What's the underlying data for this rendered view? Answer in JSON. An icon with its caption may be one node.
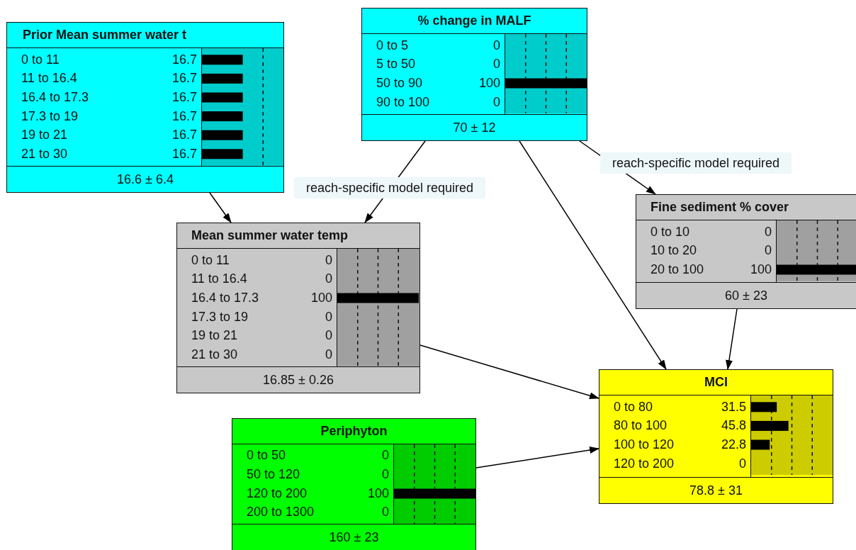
{
  "diagram": {
    "nodes": [
      {
        "text": [
          "Prior Mean summer water t",
          "0 to 11",
          "16.7",
          "11 to 16.4",
          "16.7",
          "16.4 to 17.3",
          "16.7",
          "17.3 to 19",
          "16.7",
          "19 to 21",
          "16.7",
          "21 to 30",
          "16.7",
          "16.6 ± 6.4"
        ]
      },
      {
        "text": [
          "% change in MALF",
          "0 to 5",
          "0",
          "5 to 50",
          "0",
          "50 to 90",
          "100",
          "90 to 100",
          "0",
          "70 ± 12"
        ]
      },
      {
        "text": [
          "Mean summer water temp",
          "0 to 11",
          "0",
          "11 to 16.4",
          "0",
          "16.4 to 17.3",
          "100",
          "17.3 to 19",
          "0",
          "19 to 21",
          "0",
          "21 to 30",
          "0",
          "16.85 ± 0.26"
        ]
      },
      {
        "text": [
          "Fine sediment % cover",
          "0 to 10",
          "0",
          "10 to 20",
          "0",
          "20 to 100",
          "100",
          "60 ± 23"
        ]
      },
      {
        "text": [
          "MCI",
          "0 to 80",
          "31.5",
          "80 to 100",
          "45.8",
          "100 to 120",
          "22.8",
          "120 to 200",
          "0",
          "78.8 ± 31"
        ]
      },
      {
        "text": [
          "Periphyton",
          "0 to 50",
          "0",
          "50 to 120",
          "0",
          "120 to 200",
          "100",
          "200 to 1300",
          "0",
          "160 ± 23"
        ]
      }
    ],
    "edges": [
      {
        "from": 0,
        "to": 2,
        "arrow": "to"
      },
      {
        "from": 1,
        "to": 2,
        "arrow": "to",
        "label": "reach-specific model required"
      },
      {
        "from": 1,
        "to": 3,
        "arrow": "to",
        "label": "reach-specific model required"
      },
      {
        "from": 1,
        "to": 4,
        "arrow": "to"
      },
      {
        "from": 2,
        "to": 4,
        "arrow": "to"
      },
      {
        "from": 3,
        "to": 4,
        "arrow": "to"
      },
      {
        "from": 5,
        "to": 4,
        "arrow": "to"
      }
    ]
  }
}
